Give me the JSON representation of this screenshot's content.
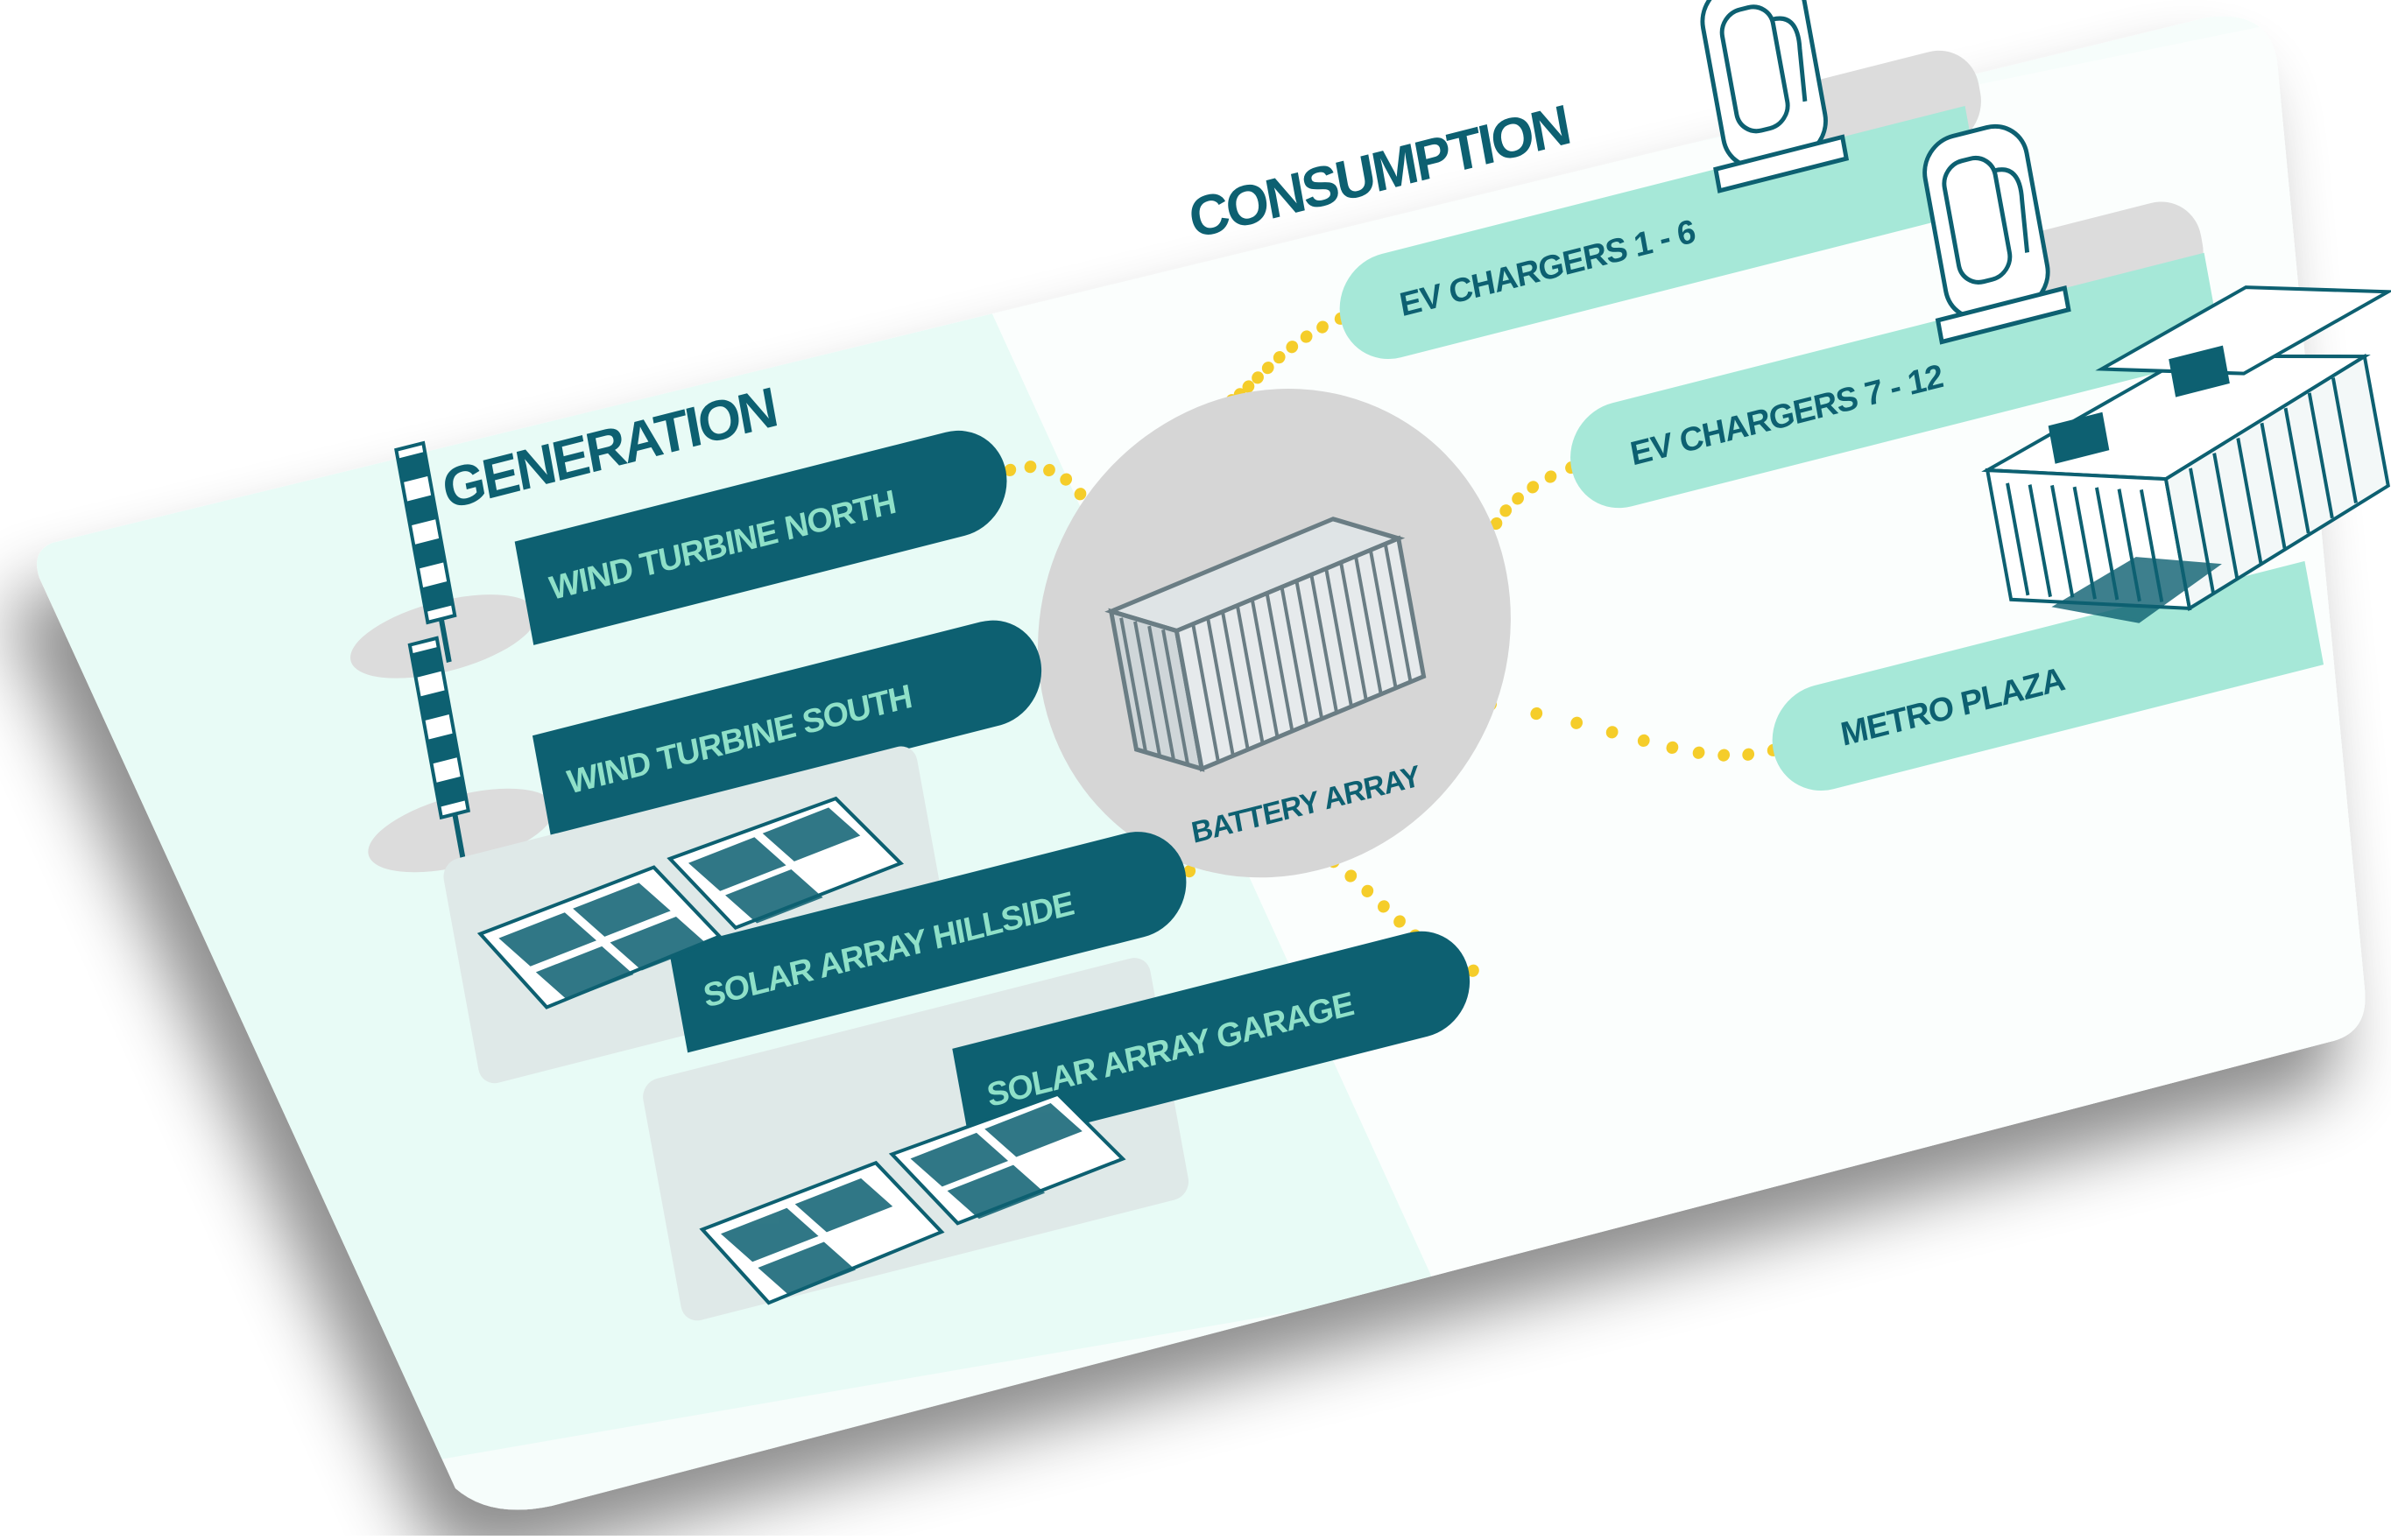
{
  "sections": {
    "generation": "GENERATION",
    "consumption": "CONSUMPTION"
  },
  "hub": {
    "label": "BATTERY ARRAY"
  },
  "generation_nodes": [
    {
      "id": "wind-north",
      "label": "WIND TURBINE NORTH",
      "icon": "wind-turbine-icon"
    },
    {
      "id": "wind-south",
      "label": "WIND TURBINE SOUTH",
      "icon": "wind-turbine-icon"
    },
    {
      "id": "solar-hillside",
      "label": "SOLAR ARRAY HILLSIDE",
      "icon": "solar-panel-icon"
    },
    {
      "id": "solar-garage",
      "label": "SOLAR ARRAY GARAGE",
      "icon": "solar-panel-icon"
    }
  ],
  "consumption_nodes": [
    {
      "id": "ev-1-6",
      "label": "EV CHARGERS 1 - 6",
      "icon": "ev-charger-icon"
    },
    {
      "id": "ev-7-12",
      "label": "EV CHARGERS 7 - 12",
      "icon": "ev-charger-icon"
    },
    {
      "id": "metro-plaza",
      "label": "METRO PLAZA",
      "icon": "building-icon"
    }
  ],
  "colors": {
    "dark_teal": "#0d6071",
    "mint_pill": "#a6e8d8",
    "mint_text": "#8fe0c8",
    "generation_bg": "#e8fbf6",
    "consumption_bg": "#f6fdfb",
    "hub_grey": "#d6d6d6",
    "connector_yellow": "#f5cd2a",
    "shadow_grey": "#dcdcdc"
  }
}
